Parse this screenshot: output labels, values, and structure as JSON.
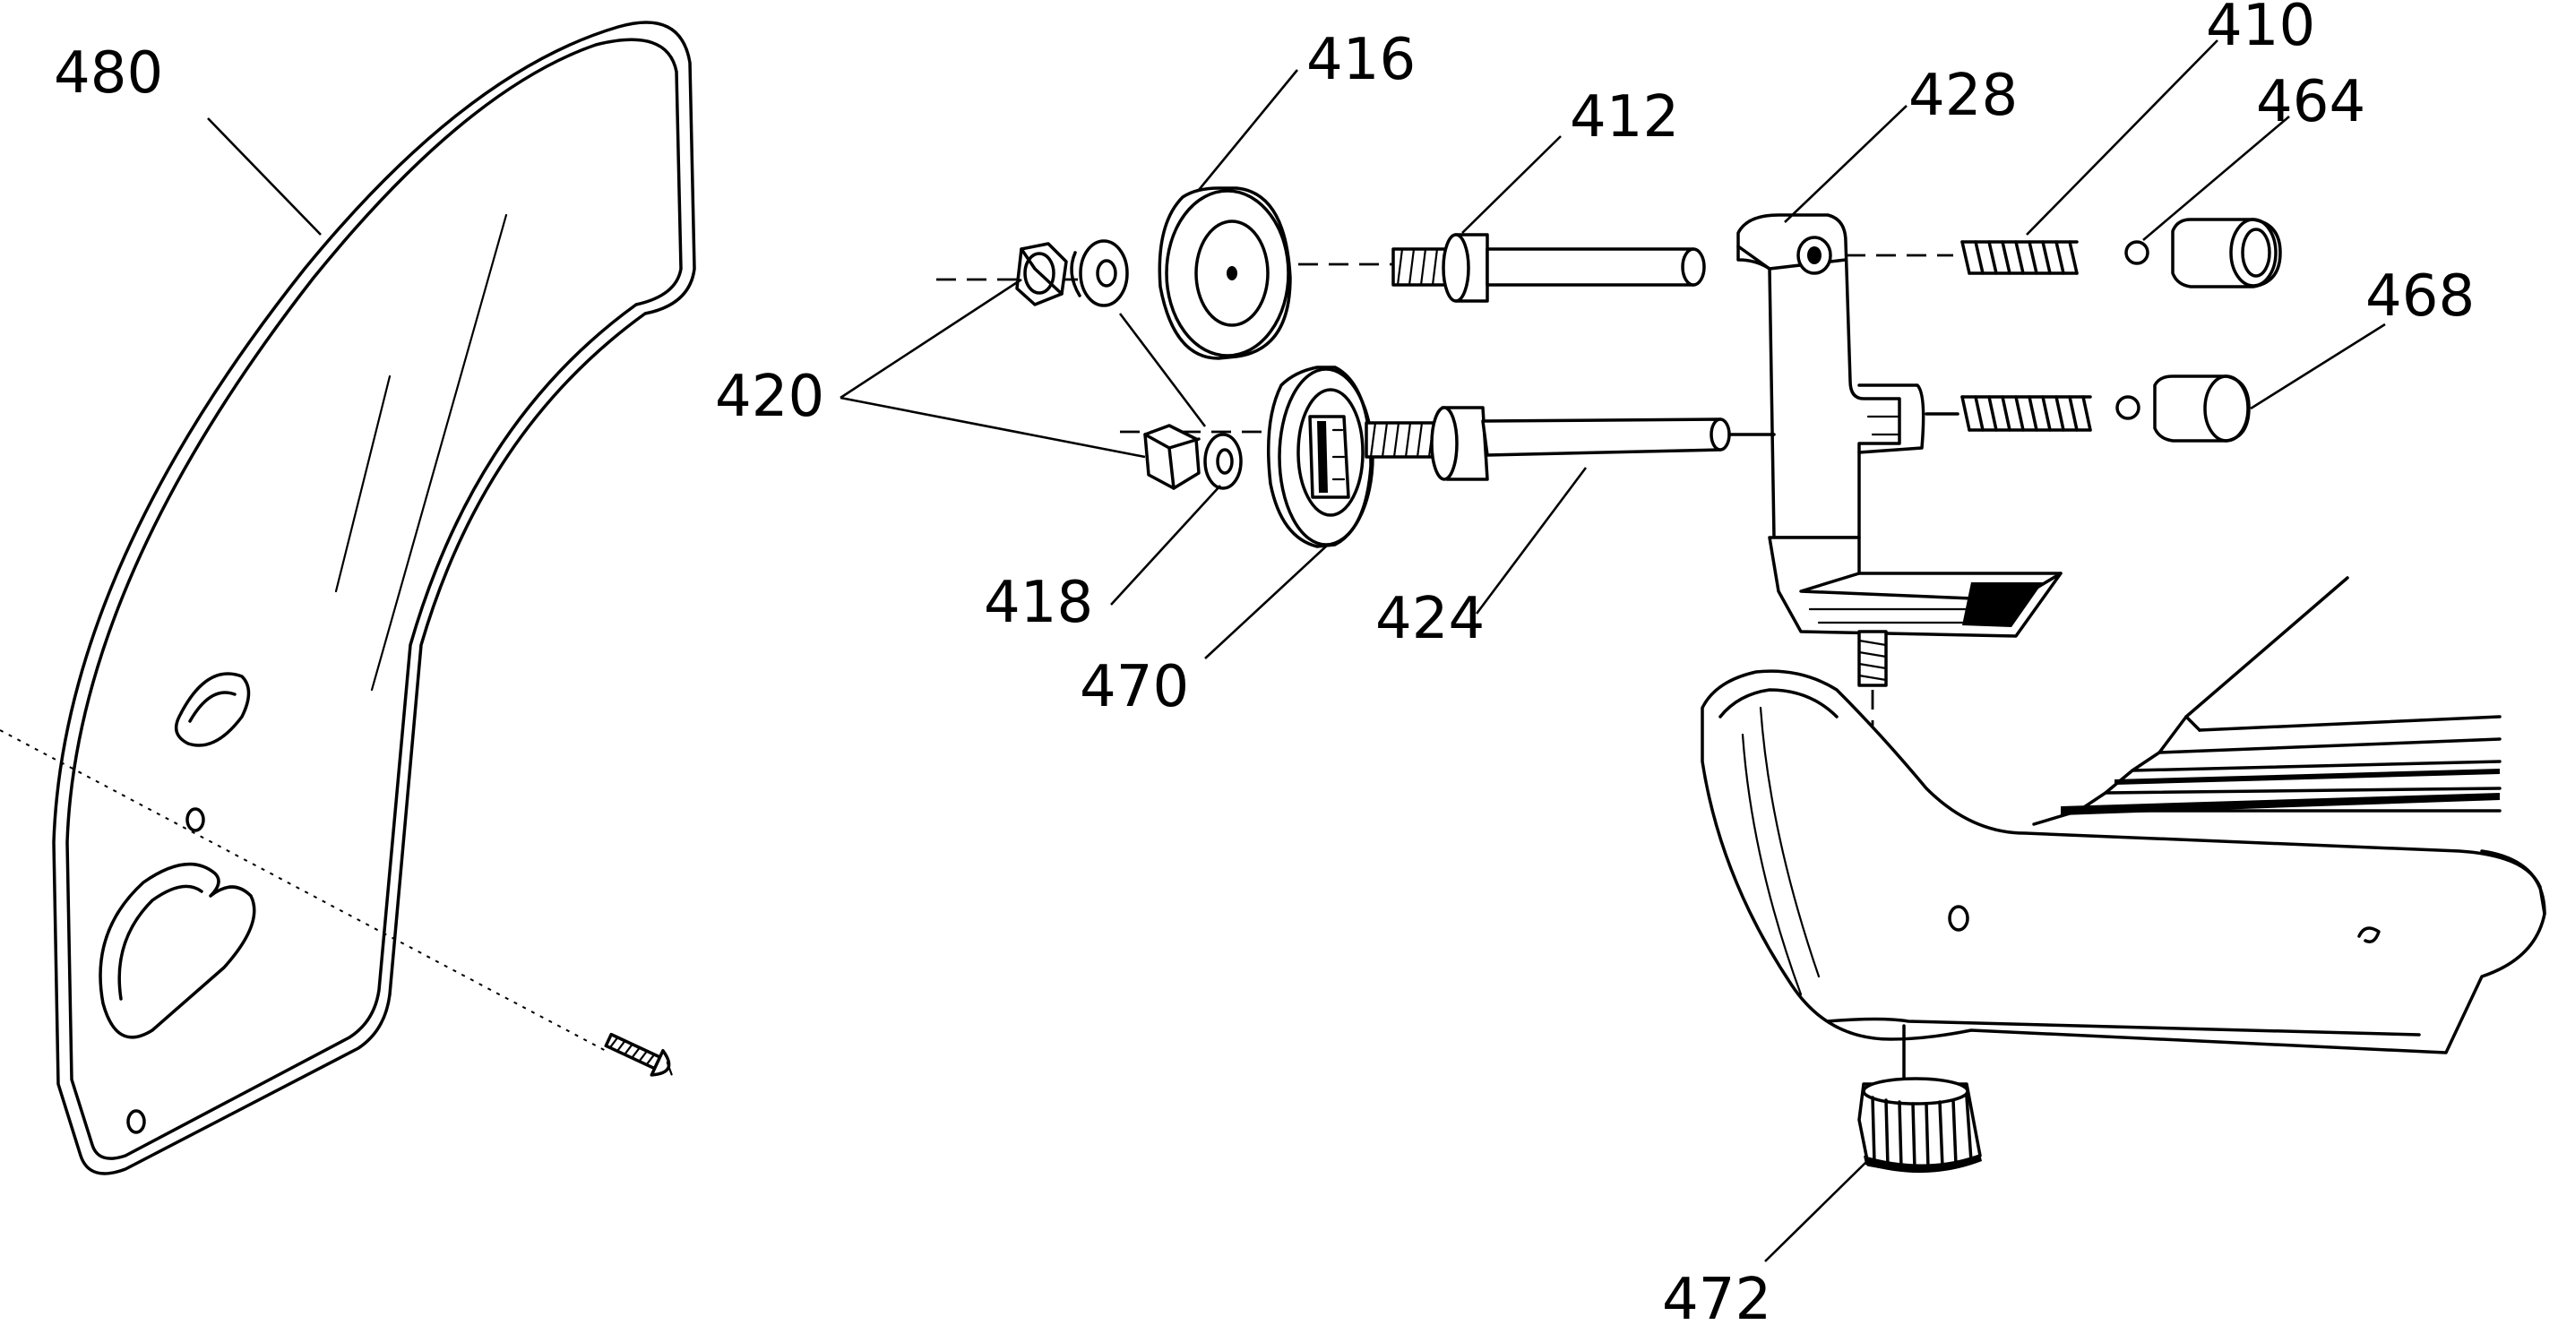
{
  "diagram": {
    "colors": {
      "ink": "#000000",
      "paper": "#ffffff"
    },
    "labels": {
      "p480": "480",
      "p416": "416",
      "p412": "412",
      "p428": "428",
      "p410": "410",
      "p464": "464",
      "p468": "468",
      "p420": "420",
      "p418": "418",
      "p470": "470",
      "p424": "424",
      "p472": "472"
    }
  }
}
